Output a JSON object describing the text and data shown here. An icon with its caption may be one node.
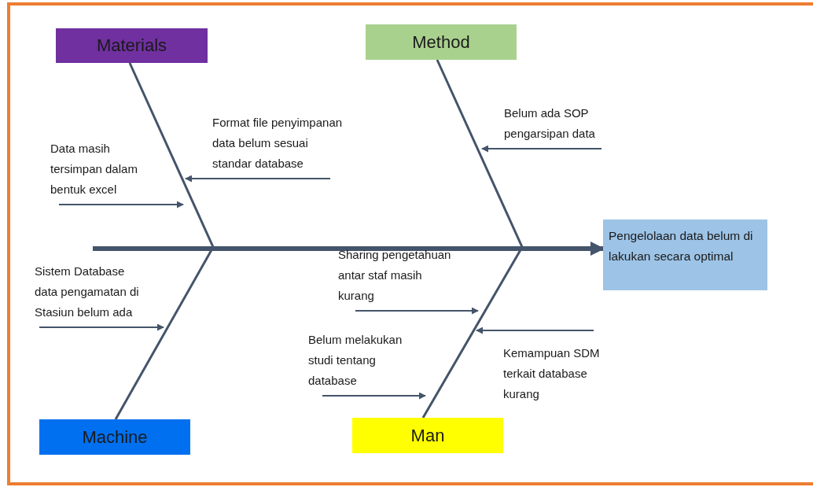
{
  "diagram": {
    "nodes": [
      {
        "text": [
          "Materials"
        ]
      },
      {
        "text": [
          "Method"
        ]
      },
      {
        "text": [
          "Format file penyimpanan data belum sesuai standar database"
        ]
      },
      {
        "text": [
          "Belum ada SOP pengarsipan data"
        ]
      },
      {
        "text": [
          "Data masih tersimpan dalam bentuk excel"
        ]
      },
      {
        "text": [
          "Pengelolaan data belum di lakukan secara optimal"
        ]
      },
      {
        "text": [
          "Sistem Database data pengamatan di Stasiun belum ada"
        ]
      },
      {
        "text": [
          "Sharing pengetahuan antar staf masih kurang"
        ]
      },
      {
        "text": [
          "Belum melakukan studi tentang database"
        ]
      },
      {
        "text": [
          "Kemampuan SDM terkait database kurang"
        ]
      },
      {
        "text": [
          "Machine"
        ]
      },
      {
        "text": [
          "Man"
        ]
      }
    ],
    "edges": [
      {
        "from": null,
        "to": 5,
        "arrow": "to",
        "style": "thick"
      },
      {
        "from": 0,
        "to": 5,
        "arrow": "to"
      },
      {
        "from": 1,
        "to": 5,
        "arrow": "to"
      },
      {
        "from": 10,
        "to": 5,
        "arrow": "to"
      },
      {
        "from": 11,
        "to": 5,
        "arrow": "to"
      },
      {
        "from": 2,
        "to": null,
        "arrow": "to"
      },
      {
        "from": 3,
        "to": null,
        "arrow": "to"
      },
      {
        "from": 4,
        "to": null,
        "arrow": "to"
      },
      {
        "from": 6,
        "to": null,
        "arrow": "to"
      },
      {
        "from": 7,
        "to": null,
        "arrow": "to"
      },
      {
        "from": 8,
        "to": null,
        "arrow": "to"
      },
      {
        "from": 9,
        "to": null,
        "arrow": "to"
      }
    ]
  }
}
